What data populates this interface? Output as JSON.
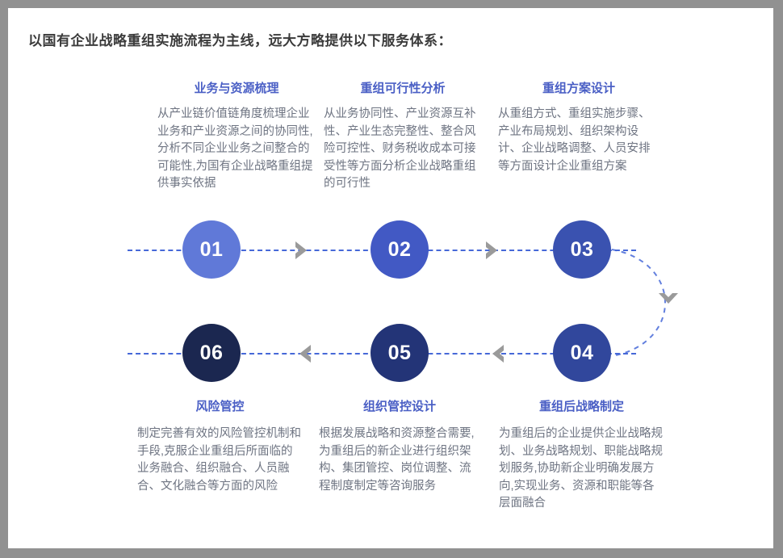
{
  "page": {
    "title": "以国有企业战略重组实施流程为主线，远大方略提供以下服务体系：",
    "frame_bg": "#ffffff",
    "outer_bg": "#919191",
    "heading_color": "#4a5fc5",
    "body_color": "#6e7482",
    "line_color": "#4668d8",
    "arrow_color": "#9a9a9a"
  },
  "steps": [
    {
      "number": "01",
      "heading": "业务与资源梳理",
      "body": "从产业链价值链角度梳理企业业务和产业资源之间的协同性,分析不同企业业务之间整合的可能性,为国有企业战略重组提供事实依据",
      "color": "#6079d8",
      "position": "top"
    },
    {
      "number": "02",
      "heading": "重组可行性分析",
      "body": "从业务协同性、产业资源互补性、产业生态完整性、整合风险可控性、财务税收成本可接受性等方面分析企业战略重组的可行性",
      "color": "#4259c4",
      "position": "top"
    },
    {
      "number": "03",
      "heading": "重组方案设计",
      "body": "从重组方式、重组实施步骤、产业布局规划、组织架构设计、企业战略调整、人员安排等方面设计企业重组方案",
      "color": "#3a52b0",
      "position": "top"
    },
    {
      "number": "04",
      "heading": "重组后战略制定",
      "body": "为重组后的企业提供企业战略规划、业务战略规划、职能战略规划服务,协助新企业明确发展方向,实现业务、资源和职能等各层面融合",
      "color": "#31479c",
      "position": "bottom"
    },
    {
      "number": "05",
      "heading": "组织管控设计",
      "body": "根据发展战略和资源整合需要,为重组后的新企业进行组织架构、集团管控、岗位调整、流程制度制定等咨询服务",
      "color": "#233477",
      "position": "bottom"
    },
    {
      "number": "06",
      "heading": "风险管控",
      "body": "制定完善有效的风险管控机制和手段,克服企业重组后所面临的业务融合、组织融合、人员融合、文化融合等方面的风险",
      "color": "#1b2750",
      "position": "bottom"
    }
  ],
  "connectors": {
    "top_line": "dashed-horizontal-right",
    "bottom_line": "dashed-horizontal-left",
    "right_arc": "dashed-curve-down"
  }
}
